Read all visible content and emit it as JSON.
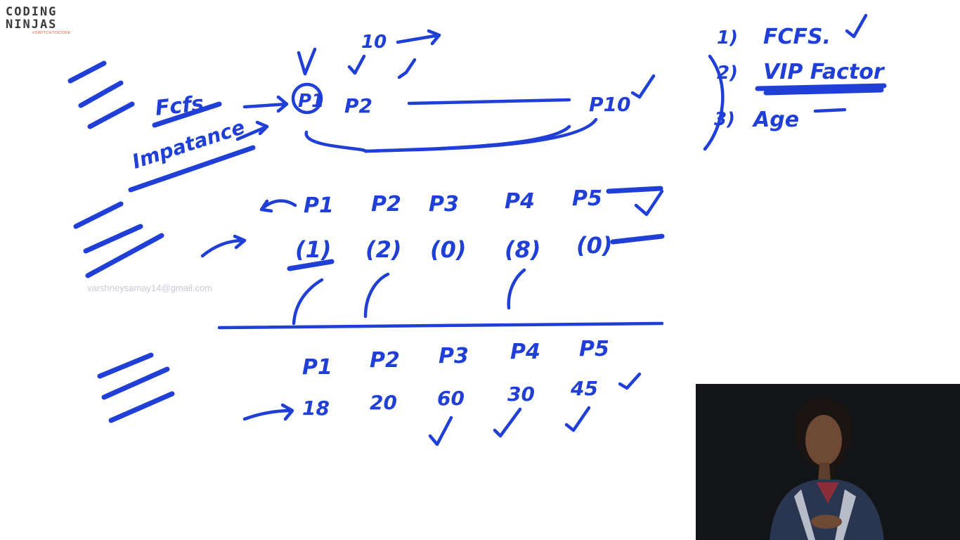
{
  "brand": {
    "line1": "CODING",
    "line2": "NINJAS",
    "tagline": "#SWITCHTOCODE"
  },
  "watermark": "varshneysamay14@gmail.com",
  "board": {
    "top": {
      "label_fcfs": "Fcfs",
      "label_importance": "Impatance",
      "count": "10",
      "proc_1": "P1",
      "proc_2": "P2",
      "proc_10": "P10"
    },
    "criteria": [
      {
        "num": "1)",
        "text": "FCFS."
      },
      {
        "num": "2)",
        "text": "VIP Factor"
      },
      {
        "num": "3)",
        "text": "Age"
      }
    ],
    "vip_table": {
      "procs": [
        "P1",
        "P2",
        "P3",
        "P4",
        "P5"
      ],
      "values": [
        "(1)",
        "(2)",
        "(0)",
        "(8)",
        "(0)"
      ]
    },
    "age_table": {
      "procs": [
        "P1",
        "P2",
        "P3",
        "P4",
        "P5"
      ],
      "values": [
        "18",
        "20",
        "60",
        "30",
        "45"
      ]
    }
  },
  "colors": {
    "ink": "#1f3fd6",
    "logo_accent": "#e8542a",
    "webcam_bg": "#121418"
  }
}
